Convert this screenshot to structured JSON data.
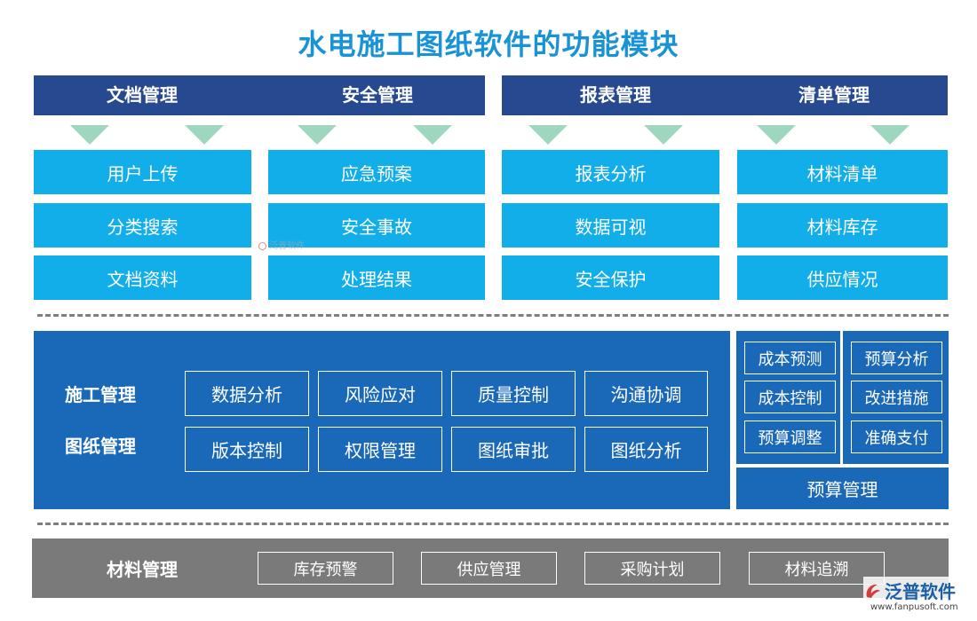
{
  "title": "水电施工图纸软件的功能模块",
  "top_headers": [
    "文档管理",
    "安全管理",
    "报表管理",
    "清单管理"
  ],
  "top_columns": [
    [
      "用户上传",
      "分类搜索",
      "文档资料"
    ],
    [
      "应急预案",
      "安全事故",
      "处理结果"
    ],
    [
      "报表分析",
      "数据可视",
      "安全保护"
    ],
    [
      "材料清单",
      "材料库存",
      "供应情况"
    ]
  ],
  "mid_labels": [
    "施工管理",
    "图纸管理"
  ],
  "mid_row1": [
    "数据分析",
    "风险应对",
    "质量控制",
    "沟通协调"
  ],
  "mid_row2": [
    "版本控制",
    "权限管理",
    "图纸审批",
    "图纸分析"
  ],
  "budget_left": [
    "成本预测",
    "成本控制",
    "预算调整"
  ],
  "budget_right": [
    "预算分析",
    "改进措施",
    "准确支付"
  ],
  "budget_label": "预算管理",
  "bottom_label": "材料管理",
  "bottom_items": [
    "库存预警",
    "供应管理",
    "采购计划",
    "材料追溯"
  ],
  "watermark": "泛普软件",
  "logo": {
    "text": "泛普软件",
    "url": "www.fanpusoft.com"
  },
  "colors": {
    "title": "#1a93d6",
    "header": "#27498f",
    "cell": "#12aee9",
    "arrow": "#9fd6c0",
    "panel": "#1a68b8",
    "bottom_panel": "#7a7a7a"
  }
}
